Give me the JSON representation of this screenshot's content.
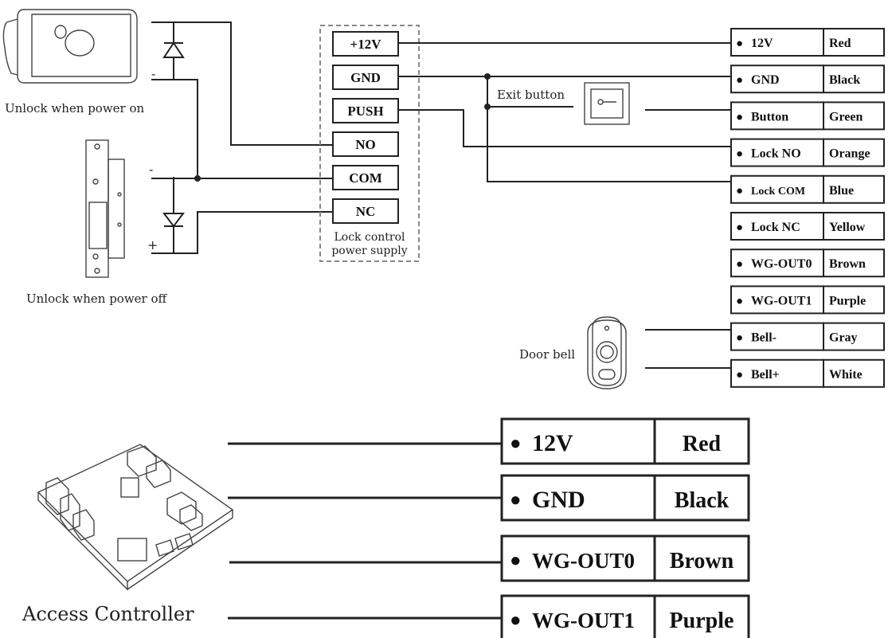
{
  "lock_supply": {
    "terminals": [
      "+12V",
      "GND",
      "PUSH",
      "NO",
      "COM",
      "NC"
    ],
    "caption_line1": "Lock control",
    "caption_line2": "power supply"
  },
  "locks": {
    "power_on_caption": "Unlock when power on",
    "power_off_caption": "Unlock when power off",
    "minus": "-",
    "plus": "+"
  },
  "exit_button_label": "Exit button",
  "door_bell_label": "Door bell",
  "wiring_table": [
    {
      "pin": "12V",
      "color": "Red"
    },
    {
      "pin": "GND",
      "color": "Black"
    },
    {
      "pin": "Button",
      "color": "Green"
    },
    {
      "pin": "Lock NO",
      "color": "Orange"
    },
    {
      "pin": "Lock COM",
      "color": "Blue"
    },
    {
      "pin": "Lock NC",
      "color": "Yellow"
    },
    {
      "pin": "WG-OUT0",
      "color": "Brown"
    },
    {
      "pin": "WG-OUT1",
      "color": "Purple"
    },
    {
      "pin": "Bell-",
      "color": "Gray"
    },
    {
      "pin": "Bell+",
      "color": "White"
    }
  ],
  "controller_table": [
    {
      "pin": "12V",
      "color": "Red"
    },
    {
      "pin": "GND",
      "color": "Black"
    },
    {
      "pin": "WG-OUT0",
      "color": "Brown"
    },
    {
      "pin": "WG-OUT1",
      "color": "Purple"
    }
  ],
  "access_controller_label": "Access Controller",
  "bullet": "●"
}
